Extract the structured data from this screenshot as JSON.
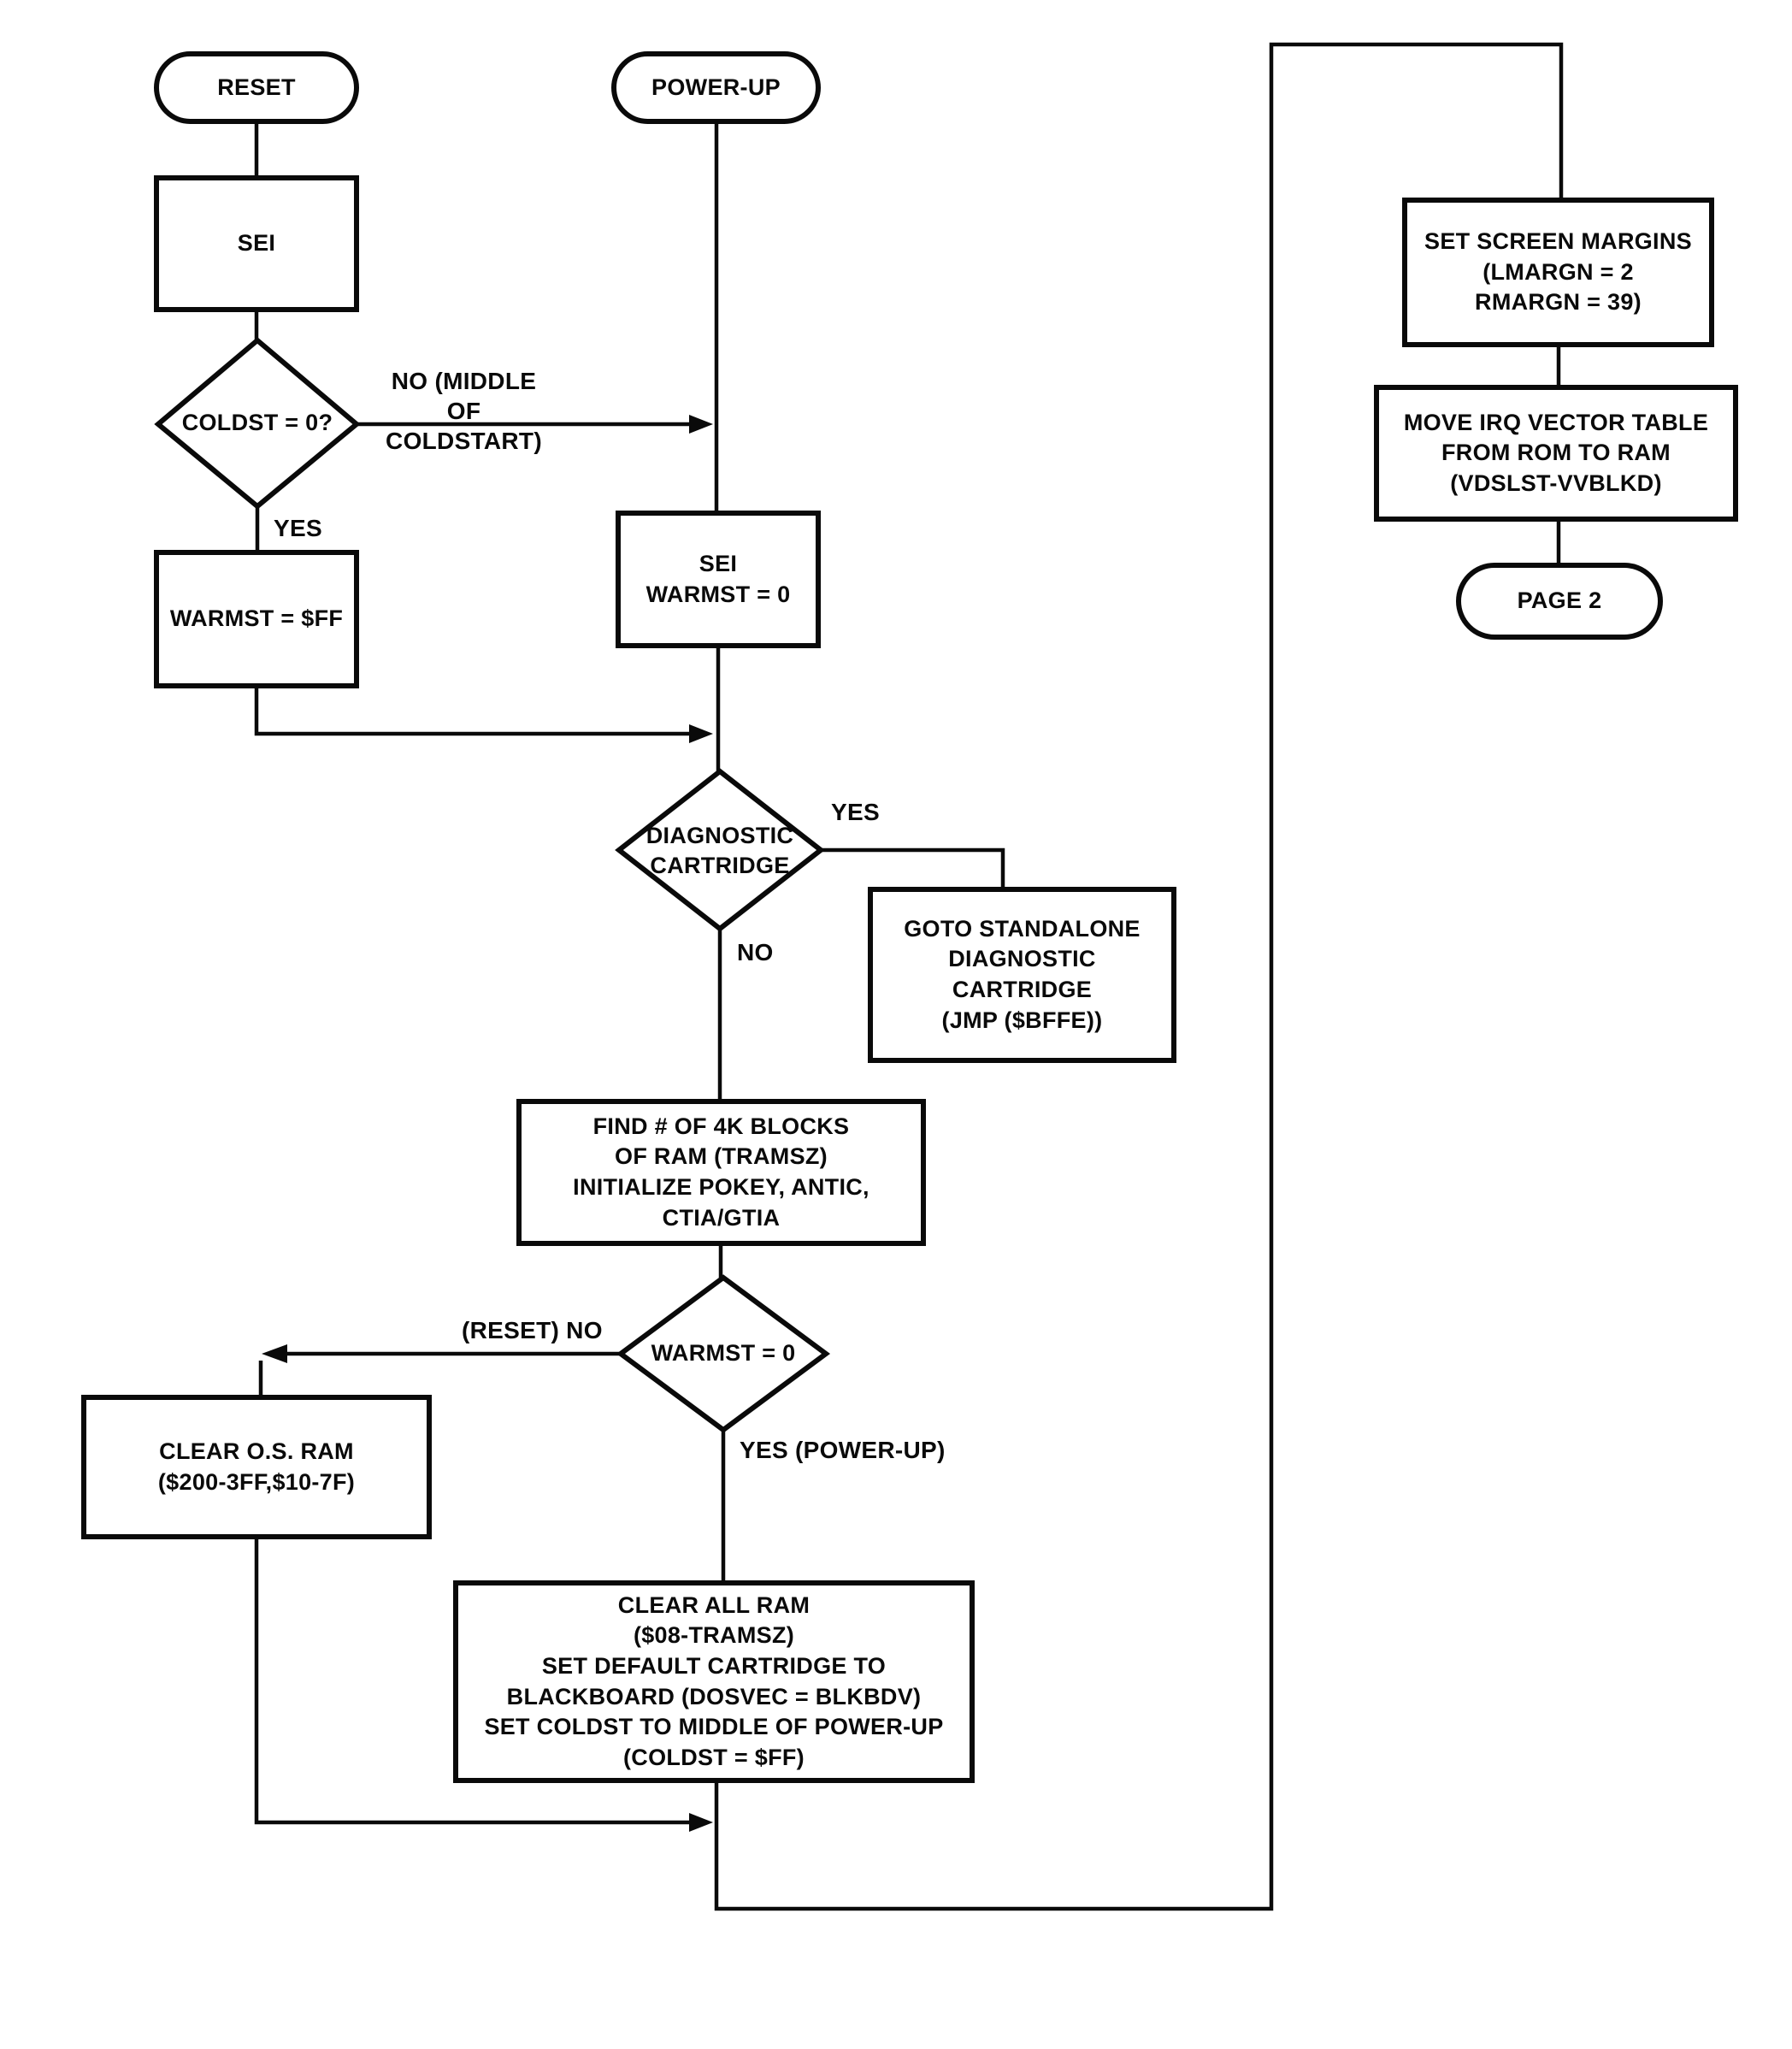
{
  "nodes": {
    "reset": {
      "label": "RESET"
    },
    "sei": {
      "label": "SEI"
    },
    "coldst_check": {
      "label": "COLDST = 0?"
    },
    "warmst_ff": {
      "label": "WARMST = $FF"
    },
    "power_up": {
      "label": "POWER-UP"
    },
    "sei_warmst0": {
      "label": "SEI\nWARMST = 0"
    },
    "diag_cart": {
      "label": "DIAGNOSTIC\nCARTRIDGE"
    },
    "goto_diag": {
      "label": "GOTO STANDALONE\nDIAGNOSTIC\nCARTRIDGE\n(JMP ($BFFE))"
    },
    "find_ram": {
      "label": "FIND # OF 4K BLOCKS\nOF RAM (TRAMSZ)\nINITIALIZE POKEY, ANTIC,\nCTIA/GTIA"
    },
    "warmst_check": {
      "label": "WARMST = 0"
    },
    "clear_os_ram": {
      "label": "CLEAR O.S. RAM\n($200-3FF,$10-7F)"
    },
    "clear_all_ram": {
      "label": "CLEAR ALL RAM\n($08-TRAMSZ)\nSET DEFAULT CARTRIDGE TO\nBLACKBOARD (DOSVEC = BLKBDV)\nSET COLDST TO MIDDLE OF POWER-UP\n(COLDST = $FF)"
    },
    "set_margins": {
      "label": "SET SCREEN MARGINS\n(LMARGN = 2\nRMARGN = 39)"
    },
    "move_irq": {
      "label": "MOVE IRQ VECTOR TABLE\nFROM ROM TO RAM\n(VDSLST-VVBLKD)"
    },
    "page2": {
      "label": "PAGE 2"
    }
  },
  "edge_labels": {
    "no_middle_of_coldstart": "NO (MIDDLE\nOF COLDSTART)",
    "yes_coldst": "YES",
    "yes_diag": "YES",
    "no_diag": "NO",
    "reset_no": "(RESET) NO",
    "yes_power_up": "YES (POWER-UP)"
  },
  "colors": {
    "ink": "#0a0a0a",
    "paper": "#ffffff"
  }
}
